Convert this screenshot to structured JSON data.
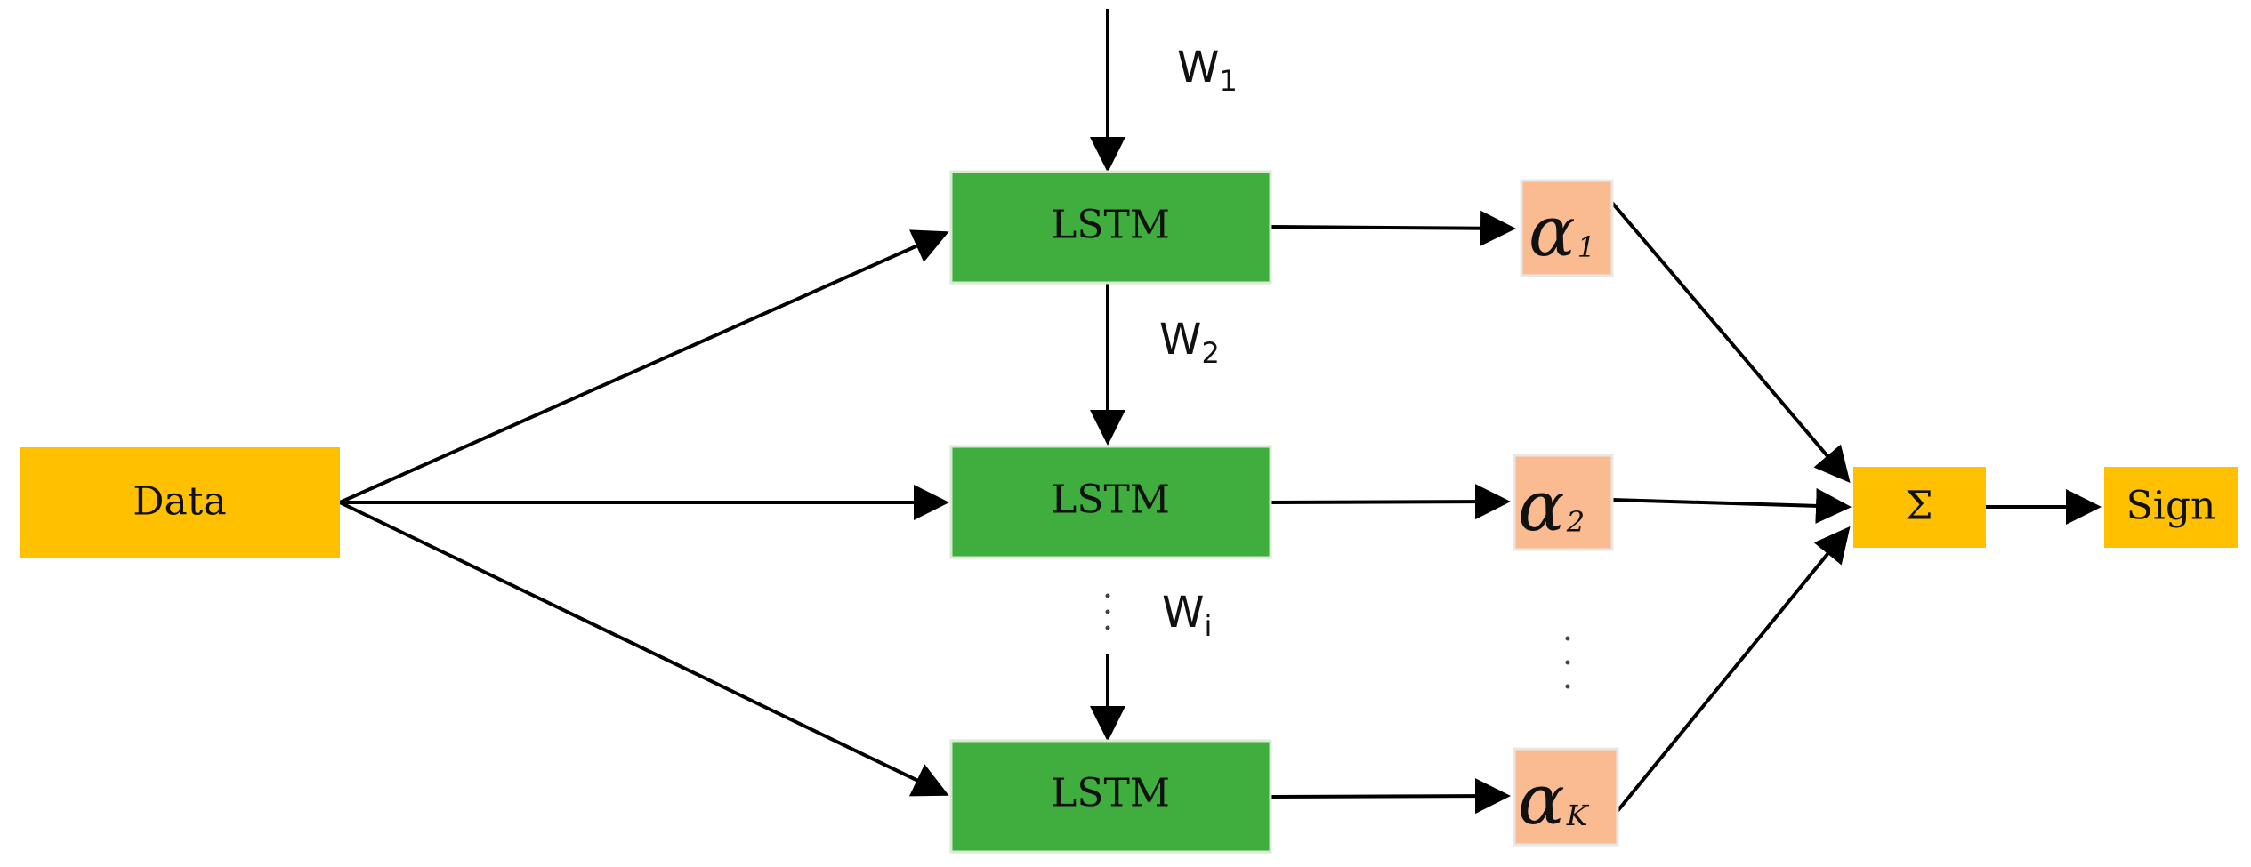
{
  "colors": {
    "data_box": "#ffc000",
    "lstm_box": "#3fae3f",
    "lstm_border": "#d9ead3",
    "alpha_box": "#fbbb91",
    "alpha_border": "#e7e7e7",
    "sum_box": "#ffc000",
    "sign_box": "#ffc000",
    "edge": "#000000"
  },
  "nodes": {
    "data": {
      "label": "Data"
    },
    "lstm_1": {
      "label": "LSTM"
    },
    "lstm_2": {
      "label": "LSTM"
    },
    "lstm_k": {
      "label": "LSTM"
    },
    "alpha_1": {
      "symbol": "α",
      "sub": "1"
    },
    "alpha_2": {
      "symbol": "α",
      "sub": "2"
    },
    "alpha_k": {
      "symbol": "α",
      "sub": "K"
    },
    "sum": {
      "label": "Σ"
    },
    "sign": {
      "label": "Sign"
    }
  },
  "weights": {
    "w1": {
      "base": "W",
      "sub": "1"
    },
    "w2": {
      "base": "W",
      "sub": "2"
    },
    "wi": {
      "base": "W",
      "sub": "i"
    }
  }
}
